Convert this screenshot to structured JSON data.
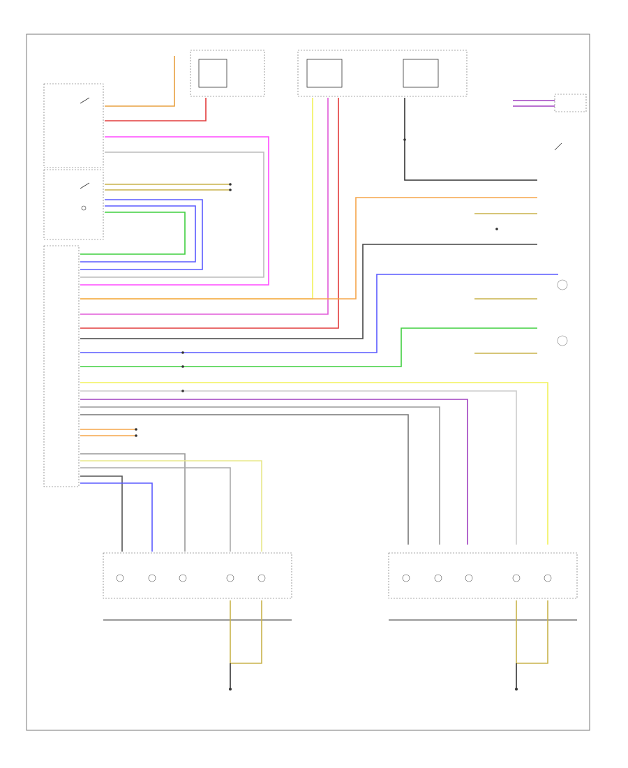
{
  "diagram": {
    "figure_code": "",
    "wire_colors": {
      "orange": "#f5a54a",
      "red": "#e23b3b",
      "pink": "#e05ad8",
      "magenta": "#ff49ff",
      "green": "#3fcf3f",
      "blue": "#5a5aff",
      "yellow": "#f2f25a",
      "grey": "#a0a0a0",
      "dark": "#333333",
      "purple": "#a040c0",
      "khaki": "#c8b24a",
      "tan": "#d7a050"
    },
    "components": [
      {
        "key": "fuse_a",
        "label": ""
      },
      {
        "key": "fuse_b",
        "label": ""
      },
      {
        "key": "switch_panel",
        "label": ""
      },
      {
        "key": "headlamp_switch",
        "label": ""
      },
      {
        "key": "central_module",
        "label": ""
      },
      {
        "key": "cluster",
        "label": ""
      },
      {
        "key": "hazard_switch",
        "label": ""
      },
      {
        "key": "left_headlamp",
        "label": ""
      },
      {
        "key": "right_headlamp",
        "label": ""
      },
      {
        "key": "ground_left",
        "label": ""
      },
      {
        "key": "ground_right",
        "label": ""
      }
    ]
  }
}
